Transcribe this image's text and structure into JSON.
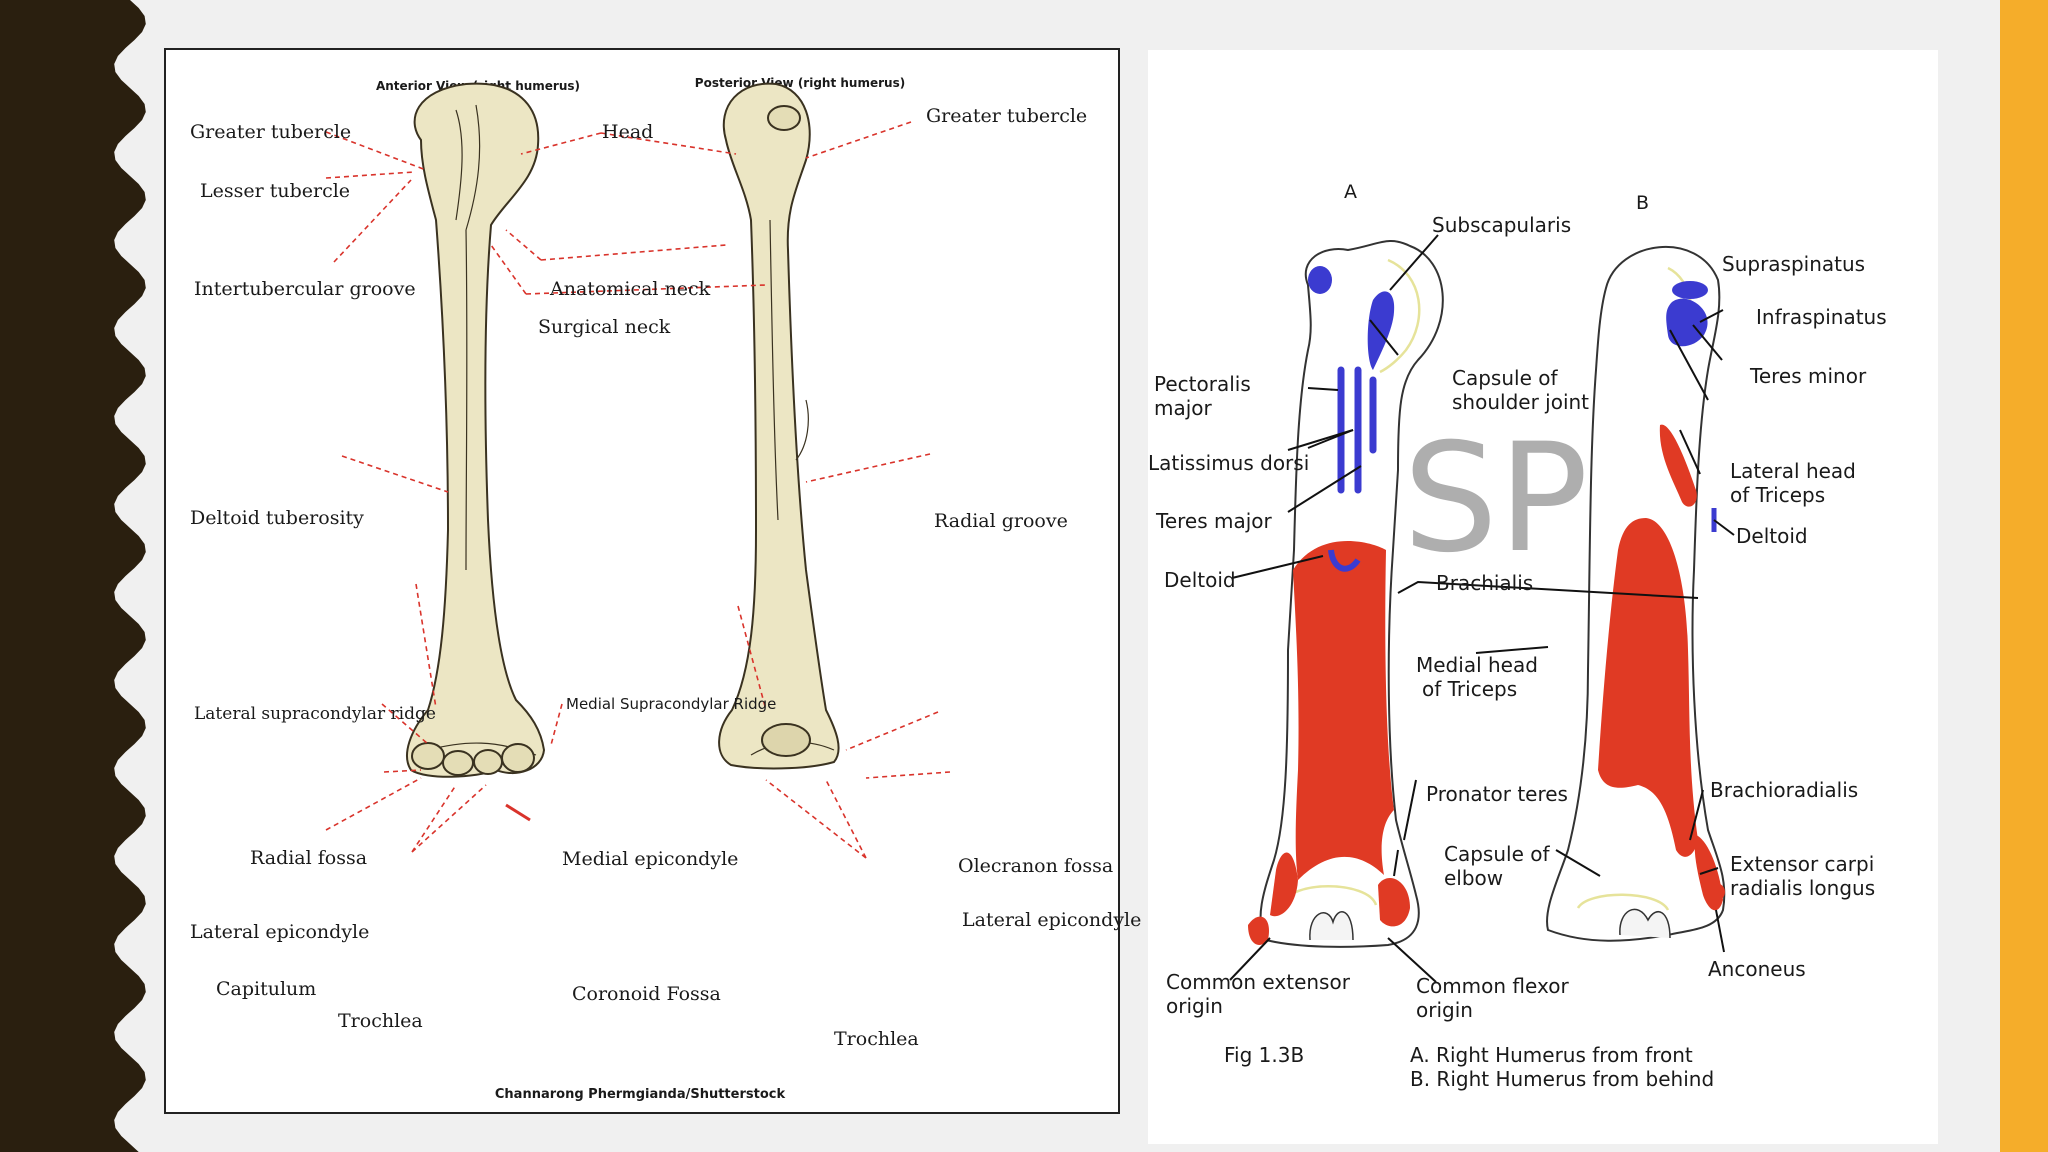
{
  "colors": {
    "left_band": "#2a1f0f",
    "right_band": "#f5ad2a",
    "bone_fill": "#ece6c4",
    "leader_red": "#d9332b",
    "muscle_red": "#e03a24",
    "muscle_blue": "#3b3bd0",
    "capsule_yellow": "#e6e39a"
  },
  "left_figure": {
    "anterior_title": "Anterior View (right humerus)",
    "posterior_title": "Posterior View (right humerus)",
    "credit": "Channarong Phermgianda/Shutterstock",
    "labels": {
      "greater_tubercle_ant": "Greater tubercle",
      "lesser_tubercle": "Lesser tubercle",
      "intertubercular_groove": "Intertubercular groove",
      "head": "Head",
      "anatomical_neck": "Anatomical neck",
      "surgical_neck": "Surgical neck",
      "greater_tubercle_post": "Greater tubercle",
      "deltoid_tuberosity": "Deltoid tuberosity",
      "radial_groove": "Radial groove",
      "lateral_supracondylar_ridge": "Lateral supracondylar ridge",
      "medial_supracondylar_ridge": "Medial Supracondylar Ridge",
      "radial_fossa": "Radial fossa",
      "medial_epicondyle": "Medial epicondyle",
      "olecranon_fossa": "Olecranon fossa",
      "lateral_epicondyle_ant": "Lateral epicondyle",
      "lateral_epicondyle_post": "Lateral epicondyle",
      "capitulum": "Capitulum",
      "coronoid_fossa": "Coronoid Fossa",
      "trochlea_ant": "Trochlea",
      "trochlea_post": "Trochlea"
    }
  },
  "right_figure": {
    "letter_a": "A",
    "letter_b": "B",
    "watermark": "ESP",
    "labels": {
      "subscapularis": "Subscapularis",
      "supraspinatus": "Supraspinatus",
      "infraspinatus": "Infraspinatus",
      "pectoralis_l1": "Pectoralis",
      "pectoralis_l2": "major",
      "capsule_sh_l1": "Capsule of",
      "capsule_sh_l2": "shoulder joint",
      "teres_minor": "Teres minor",
      "latissimus": "Latissimus dorsi",
      "lateral_head_l1": "Lateral head",
      "lateral_head_l2": "of Triceps",
      "teres_major": "Teres major",
      "deltoid_b": "Deltoid",
      "deltoid_a": "Deltoid",
      "brachialis": "Brachialis",
      "medial_head_l1": "Medial head",
      "medial_head_l2": "of Triceps",
      "pronator_teres": "Pronator teres",
      "brachioradialis": "Brachioradialis",
      "capsule_el_l1": "Capsule of",
      "capsule_el_l2": "elbow",
      "ecrl_l1": "Extensor carpi",
      "ecrl_l2": "radialis longus",
      "anconeus": "Anconeus",
      "common_ext_l1": "Common extensor",
      "common_ext_l2": "origin",
      "common_flex_l1": "Common flexor",
      "common_flex_l2": "origin",
      "fig_label": "Fig 1.3B",
      "caption_a": "A. Right Humerus from front",
      "caption_b": "B. Right Humerus from behind"
    }
  }
}
